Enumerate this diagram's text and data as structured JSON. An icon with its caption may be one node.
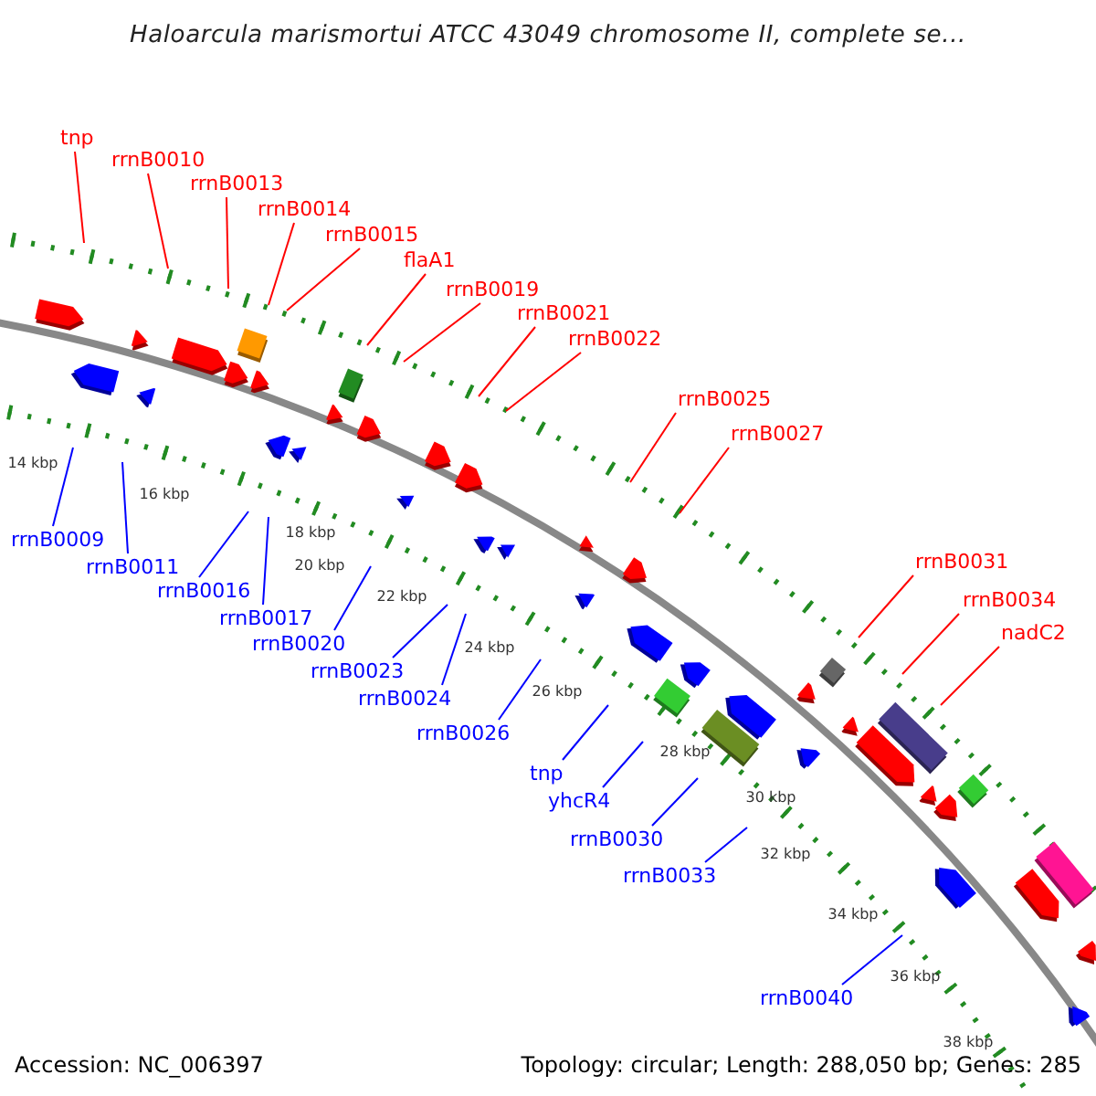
{
  "diagram": {
    "title": "Haloarcula marismortui ATCC 43049 chromosome II, complete se...",
    "nodes": [
      {
        "text": [
          "tnp"
        ]
      },
      {
        "text": [
          "rrnB0010"
        ]
      },
      {
        "text": [
          "rrnB0013"
        ]
      },
      {
        "text": [
          "rrnB0014"
        ]
      },
      {
        "text": [
          "rrnB0015"
        ]
      },
      {
        "text": [
          "flaA1"
        ]
      },
      {
        "text": [
          "rrnB0019"
        ]
      },
      {
        "text": [
          "rrnB0021"
        ]
      },
      {
        "text": [
          "rrnB0022"
        ]
      },
      {
        "text": [
          "rrnB0025"
        ]
      },
      {
        "text": [
          "rrnB0027"
        ]
      },
      {
        "text": [
          "rrnB0031"
        ]
      },
      {
        "text": [
          "rrnB0034"
        ]
      },
      {
        "text": [
          "nadC2"
        ]
      },
      {
        "text": [
          "rrnB0009"
        ]
      },
      {
        "text": [
          "rrnB0011"
        ]
      },
      {
        "text": [
          "rrnB0016"
        ]
      },
      {
        "text": [
          "rrnB0017"
        ]
      },
      {
        "text": [
          "rrnB0020"
        ]
      },
      {
        "text": [
          "rrnB0023"
        ]
      },
      {
        "text": [
          "rrnB0024"
        ]
      },
      {
        "text": [
          "rrnB0026"
        ]
      },
      {
        "text": [
          "tnp"
        ]
      },
      {
        "text": [
          "yhcR4"
        ]
      },
      {
        "text": [
          "rrnB0030"
        ]
      },
      {
        "text": [
          "rrnB0033"
        ]
      },
      {
        "text": [
          "rrnB0040"
        ]
      }
    ],
    "edges": [
      {
        "from": 0,
        "to": null,
        "arrow": "none"
      },
      {
        "from": 1,
        "to": null,
        "arrow": "none"
      },
      {
        "from": 2,
        "to": null,
        "arrow": "none"
      },
      {
        "from": 3,
        "to": null,
        "arrow": "none"
      },
      {
        "from": 4,
        "to": null,
        "arrow": "none"
      },
      {
        "from": 5,
        "to": null,
        "arrow": "none"
      },
      {
        "from": 6,
        "to": null,
        "arrow": "none"
      },
      {
        "from": 7,
        "to": null,
        "arrow": "none"
      },
      {
        "from": 8,
        "to": null,
        "arrow": "none"
      },
      {
        "from": 9,
        "to": null,
        "arrow": "none"
      },
      {
        "from": 10,
        "to": null,
        "arrow": "none"
      },
      {
        "from": 11,
        "to": null,
        "arrow": "none"
      },
      {
        "from": 12,
        "to": null,
        "arrow": "none"
      },
      {
        "from": 13,
        "to": null,
        "arrow": "none"
      },
      {
        "from": 14,
        "to": null,
        "arrow": "none",
        "color": "#0000ff"
      },
      {
        "from": 15,
        "to": null,
        "arrow": "none",
        "color": "#0000ff"
      },
      {
        "from": 16,
        "to": null,
        "arrow": "none",
        "color": "#0000ff"
      },
      {
        "from": 17,
        "to": null,
        "arrow": "none",
        "color": "#0000ff"
      },
      {
        "from": 18,
        "to": null,
        "arrow": "none",
        "color": "#0000ff"
      },
      {
        "from": 19,
        "to": null,
        "arrow": "none",
        "color": "#0000ff"
      },
      {
        "from": 20,
        "to": null,
        "arrow": "none",
        "color": "#0000ff"
      },
      {
        "from": 21,
        "to": null,
        "arrow": "none",
        "color": "#0000ff"
      },
      {
        "from": 22,
        "to": null,
        "arrow": "none",
        "color": "#0000ff"
      },
      {
        "from": 23,
        "to": null,
        "arrow": "none",
        "color": "#0000ff"
      },
      {
        "from": 24,
        "to": null,
        "arrow": "none",
        "color": "#0000ff"
      },
      {
        "from": 25,
        "to": null,
        "arrow": "none",
        "color": "#0000ff"
      },
      {
        "from": 26,
        "to": null,
        "arrow": "none",
        "color": "#0000ff"
      }
    ],
    "labels": [
      "14 kbp",
      "16 kbp",
      "18 kbp",
      "20 kbp",
      "22 kbp",
      "24 kbp",
      "26 kbp",
      "28 kbp",
      "30 kbp",
      "32 kbp",
      "34 kbp",
      "36 kbp",
      "38 kbp",
      "Accession: NC_006397",
      "Topology: circular; Length: 288,050 bp; Genes: 285"
    ]
  }
}
